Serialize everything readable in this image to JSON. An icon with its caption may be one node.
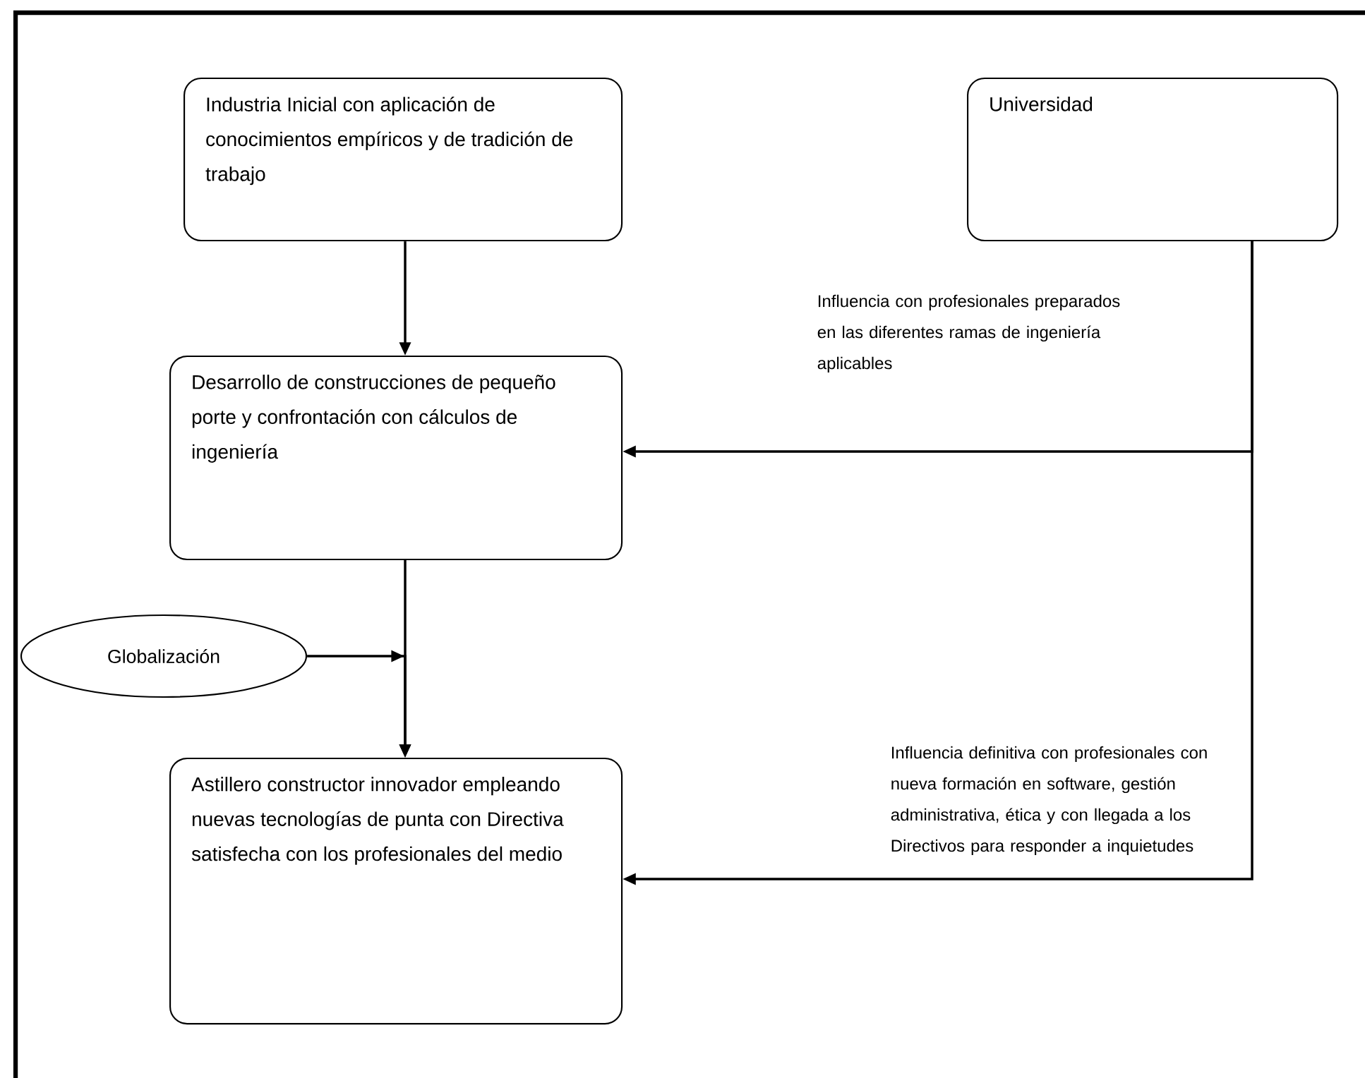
{
  "diagram": {
    "nodes": [
      {
        "text": [
          "Industria Inicial con aplicación de conocimientos empíricos y de tradición de trabajo"
        ]
      },
      {
        "text": [
          "Universidad"
        ]
      },
      {
        "text": [
          "Desarrollo de construcciones de pequeño porte y confrontación con cálculos de ingeniería"
        ]
      },
      {
        "text": [
          "Globalización"
        ]
      },
      {
        "text": [
          "Astillero constructor innovador empleando nuevas tecnologías de punta con Directiva satisfecha con los profesionales del medio"
        ]
      }
    ],
    "edges": [
      {
        "from": 0,
        "to": 2,
        "arrow": "to"
      },
      {
        "from": 1,
        "to": 2,
        "arrow": "to",
        "label": "Influencia con profesionales preparados en las diferentes ramas de ingeniería aplicables"
      },
      {
        "from": 1,
        "to": 4,
        "arrow": "to",
        "label": "Influencia definitiva con profesionales con nueva formación en software, gestión administrativa, ética y con llegada a los Directivos para responder a inquietudes"
      },
      {
        "from": 2,
        "to": 4,
        "arrow": "to"
      },
      {
        "from": 3,
        "to": 4,
        "arrow": "to"
      }
    ]
  }
}
